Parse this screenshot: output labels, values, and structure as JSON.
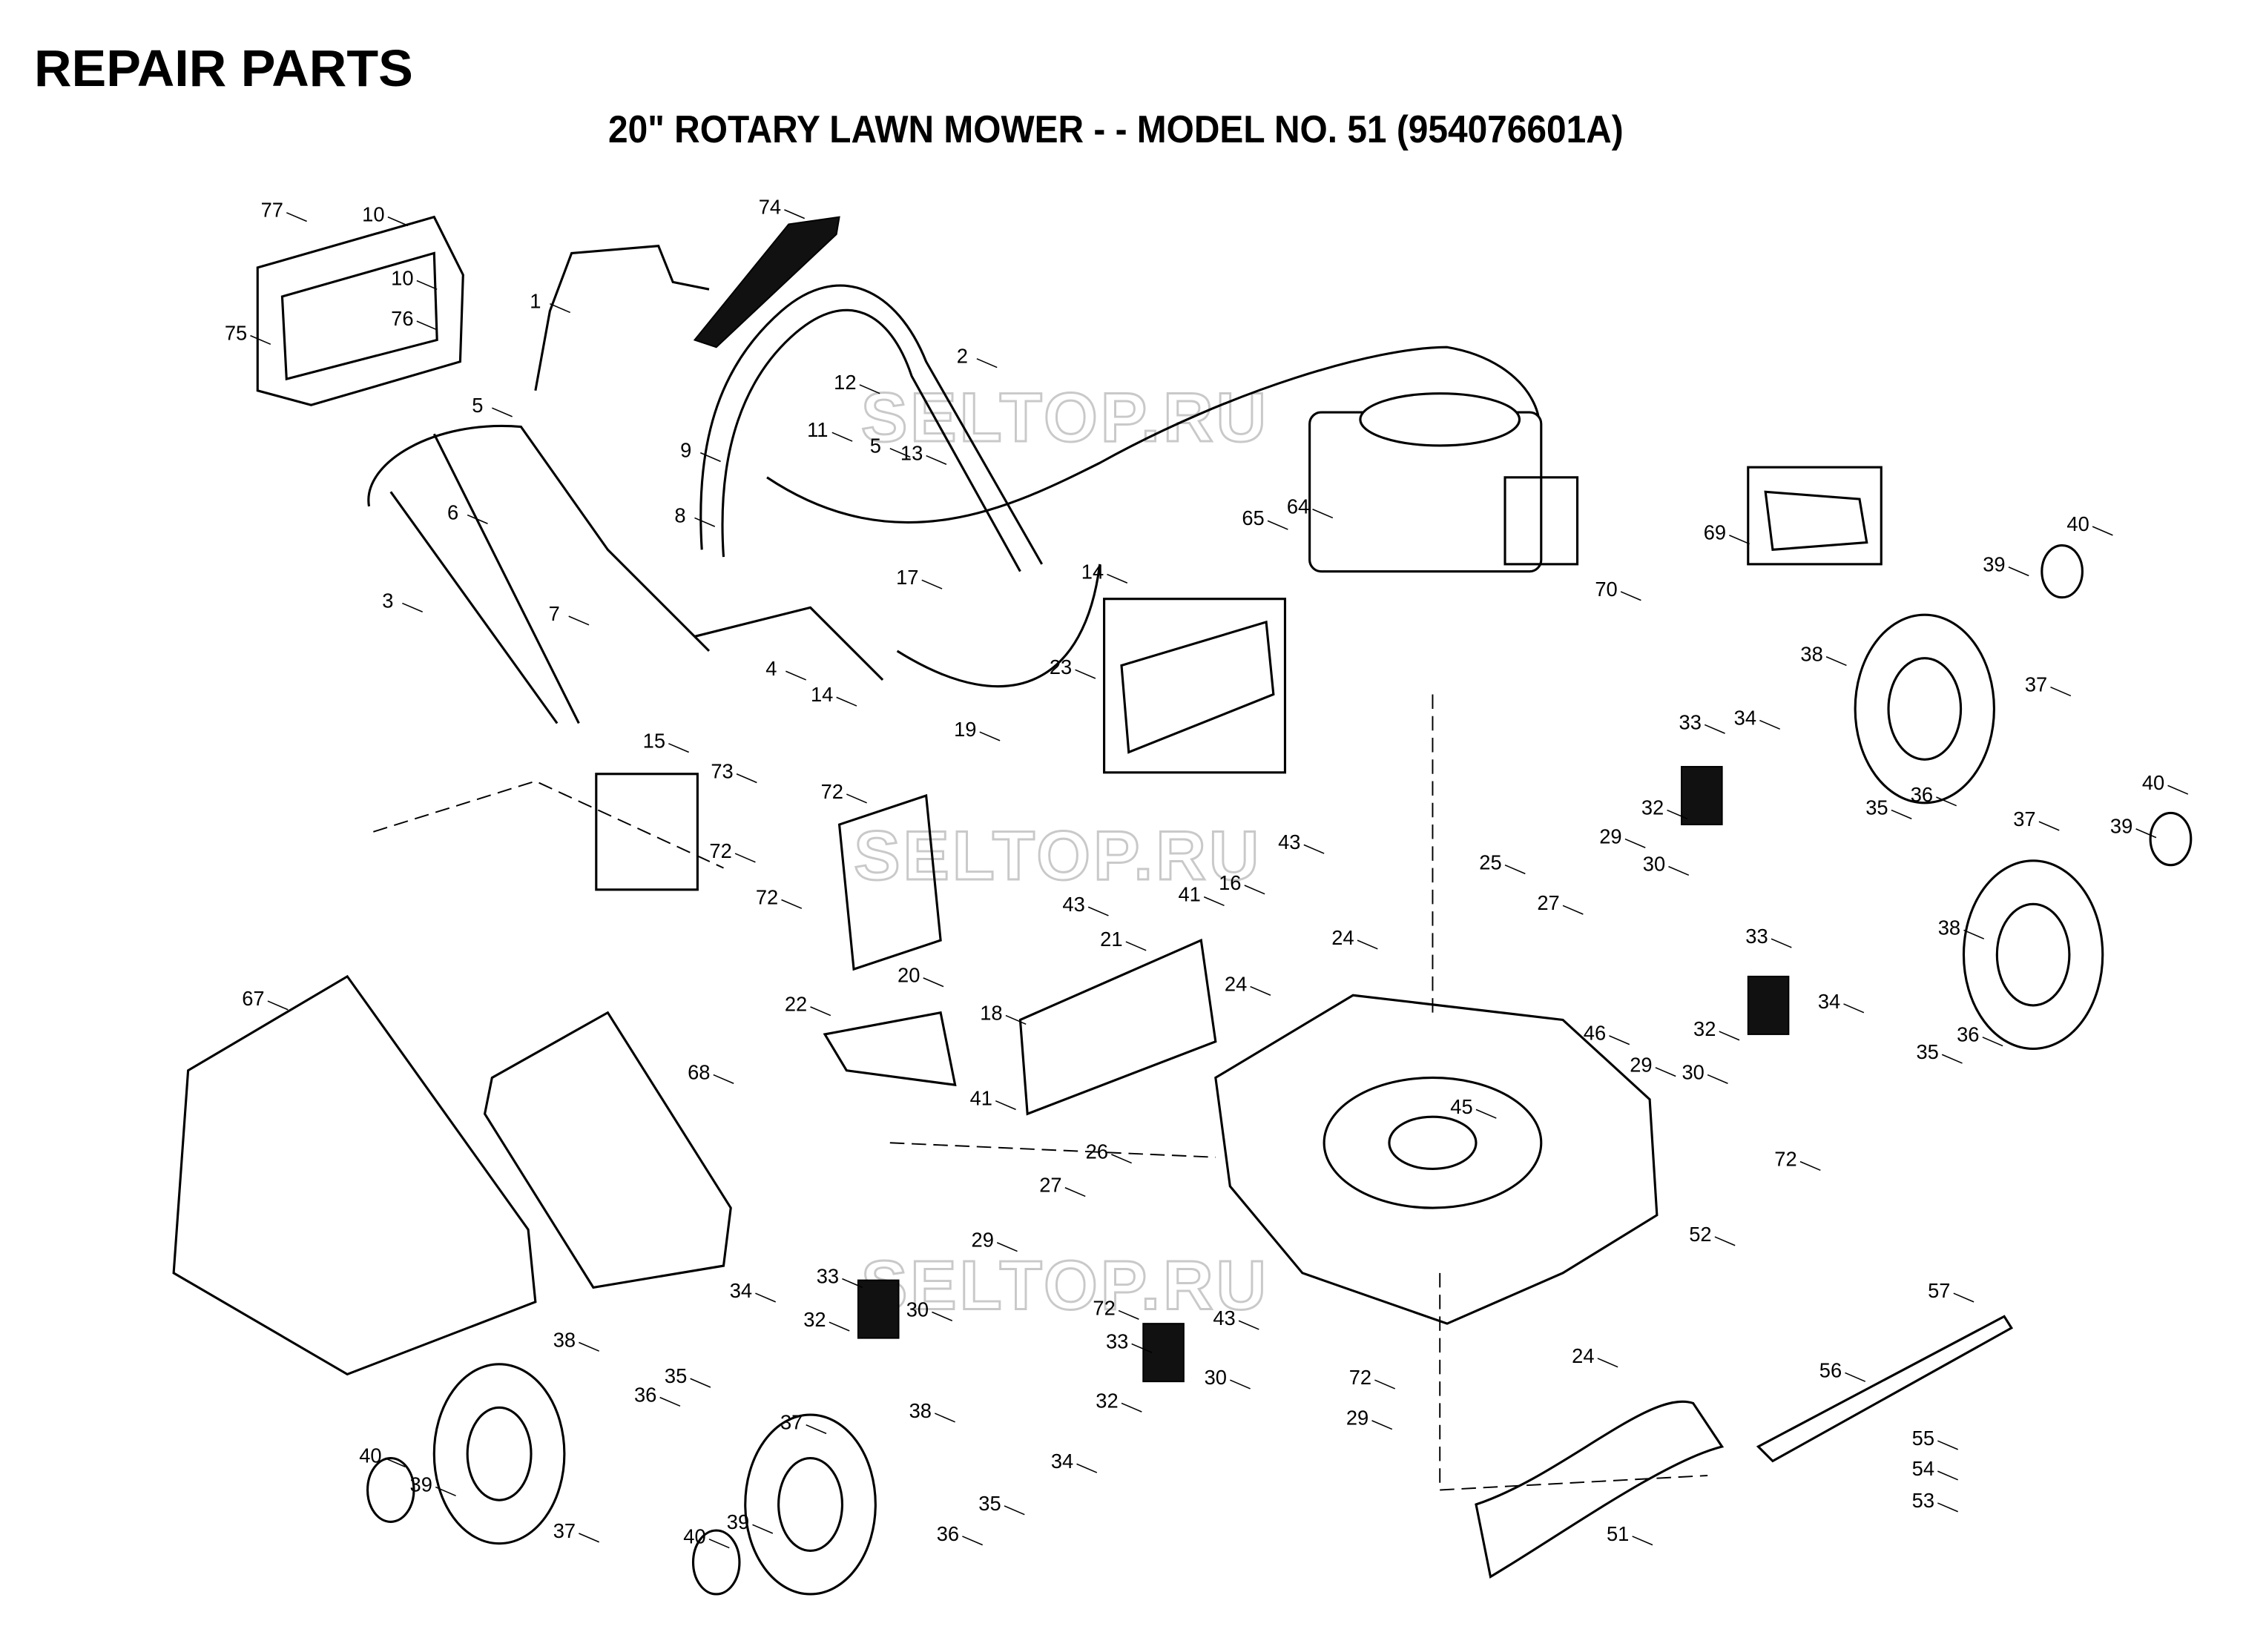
{
  "header": {
    "title": "REPAIR PARTS",
    "subtitle": "20\" ROTARY LAWN MOWER - - MODEL NO. 51 (954076601A)"
  },
  "watermark": "SELTOP.RU",
  "callouts": [
    "77",
    "10",
    "10",
    "75",
    "76",
    "1",
    "74",
    "2",
    "12",
    "5",
    "11",
    "13",
    "9",
    "8",
    "5",
    "6",
    "3",
    "7",
    "17",
    "4",
    "14",
    "14",
    "15",
    "65",
    "64",
    "70",
    "69",
    "40",
    "39",
    "37",
    "38",
    "23",
    "19",
    "72",
    "72",
    "72",
    "73",
    "43",
    "43",
    "16",
    "41",
    "33",
    "34",
    "32",
    "35",
    "36",
    "37",
    "40",
    "39",
    "25",
    "29",
    "30",
    "27",
    "24",
    "20",
    "21",
    "22",
    "18",
    "24",
    "41",
    "67",
    "68",
    "46",
    "33",
    "32",
    "34",
    "38",
    "35",
    "36",
    "29",
    "30",
    "45",
    "26",
    "27",
    "72",
    "52",
    "29",
    "33",
    "32",
    "30",
    "72",
    "43",
    "34",
    "38",
    "35",
    "36",
    "57",
    "24",
    "72",
    "33",
    "32",
    "30",
    "29",
    "56",
    "55",
    "54",
    "53",
    "51",
    "40",
    "39",
    "37",
    "37",
    "38",
    "34",
    "35",
    "36",
    "39",
    "40"
  ]
}
